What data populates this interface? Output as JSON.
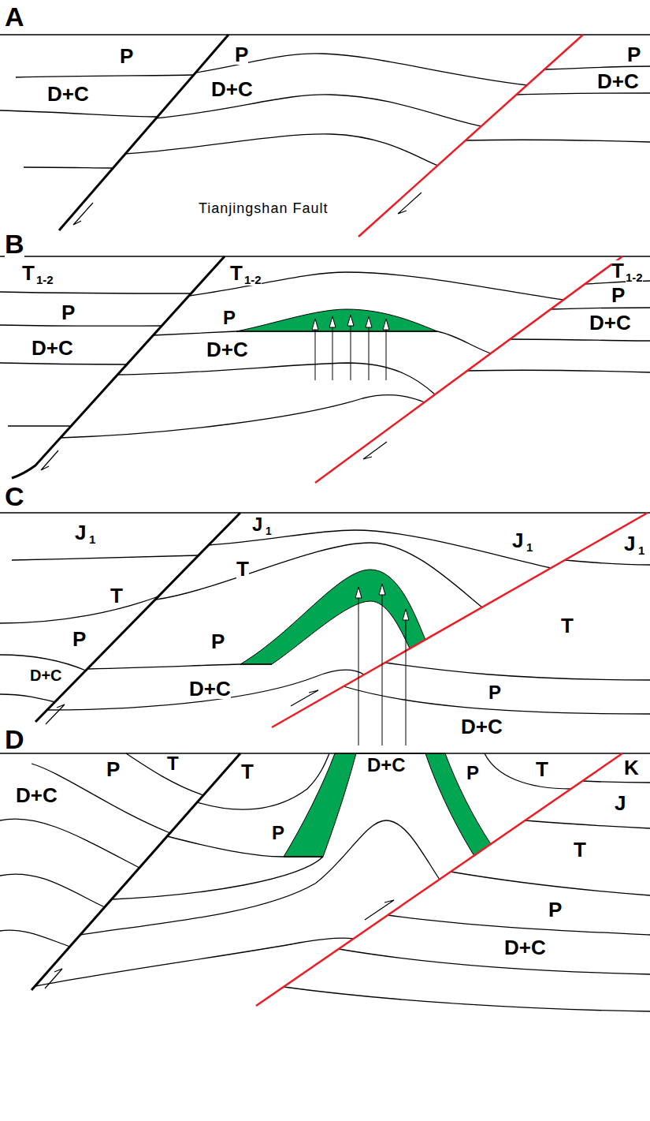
{
  "diagram": {
    "labels": [
      "A",
      "P",
      "D+C",
      "P",
      "D+C",
      "P",
      "D+C",
      "Tianjingshan Fault",
      "B",
      "T",
      "1-2",
      "P",
      "D+C",
      "T",
      "1-2",
      "P",
      "D+C",
      "T",
      "1-2",
      "P",
      "D+C",
      "C",
      "J",
      "1",
      "J",
      "1",
      "J",
      "1",
      "J",
      "1",
      "T",
      "P",
      "D+C",
      "T",
      "P",
      "D+C",
      "T",
      "P",
      "D+C",
      "D",
      "D+C",
      "P",
      "T",
      "T",
      "P",
      "D+C",
      "P",
      "T",
      "K",
      "J",
      "T",
      "P",
      "D+C"
    ]
  }
}
